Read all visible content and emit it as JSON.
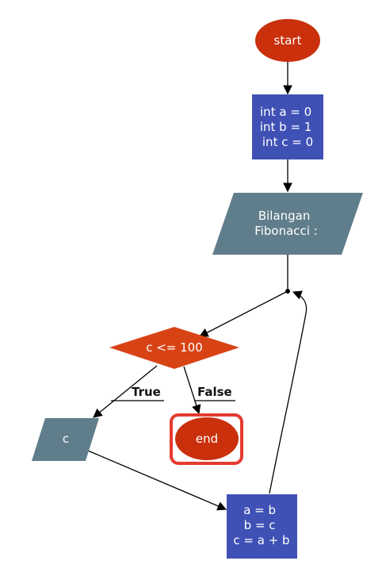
{
  "colors": {
    "terminal": "#c9300b",
    "process": "#3f51b5",
    "io": "#607d8b",
    "decision": "#d84315",
    "highlight": "#e53a2f",
    "edge": "#000000"
  },
  "nodes": {
    "start": {
      "label": "start"
    },
    "init": {
      "lines": [
        "int a = 0",
        "int b = 1",
        "int c = 0"
      ]
    },
    "output_title": {
      "lines": [
        "Bilangan",
        "Fibonacci :"
      ]
    },
    "decision": {
      "label": "c <= 100"
    },
    "output_c": {
      "label": "c"
    },
    "end": {
      "label": "end",
      "highlighted": true
    },
    "update": {
      "lines": [
        "a = b",
        "b = c",
        "c = a + b"
      ]
    }
  },
  "edges": {
    "true_label": "True",
    "false_label": "False"
  }
}
